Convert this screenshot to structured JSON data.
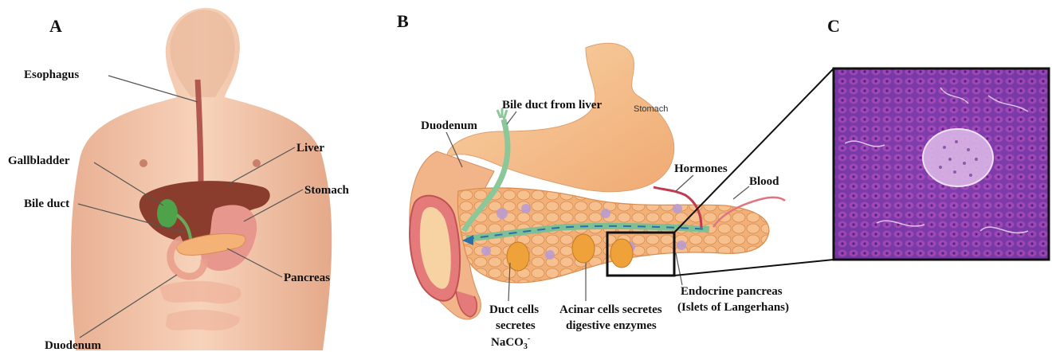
{
  "panels": {
    "a": {
      "letter": "A",
      "labels": {
        "esophagus": "Esophagus",
        "liver": "Liver",
        "gallbladder": "Gallbladder",
        "stomach": "Stomach",
        "bile_duct": "Bile duct",
        "pancreas": "Pancreas",
        "duodenum": "Duodenum"
      }
    },
    "b": {
      "letter": "B",
      "labels": {
        "bile_duct_from_liver": "Bile duct from liver",
        "stomach": "Stomach",
        "duodenum": "Duodenum",
        "hormones": "Hormones",
        "blood": "Blood",
        "duct_cells_line1": "Duct cells",
        "duct_cells_line2": "secretes",
        "duct_cells_line3": "NaCO",
        "duct_cells_sub": "3",
        "duct_cells_sup": "-",
        "acinar_line1": "Acinar cells secretes",
        "acinar_line2": "digestive enzymes",
        "endocrine_line1": "Endocrine pancreas",
        "endocrine_line2": "(Islets of Langerhans)"
      }
    },
    "c": {
      "letter": "C"
    }
  },
  "colors": {
    "skin": "#f1c2a3",
    "liver": "#8a3d2c",
    "stomach": "#e8978e",
    "pancreas": "#f4b277",
    "gallbladder": "#4ea24a",
    "duct_green": "#8cc79a",
    "histology_bg": "#7a3aa8",
    "histology_cell": "#c25bc4",
    "islet": "#d9b5e6"
  }
}
